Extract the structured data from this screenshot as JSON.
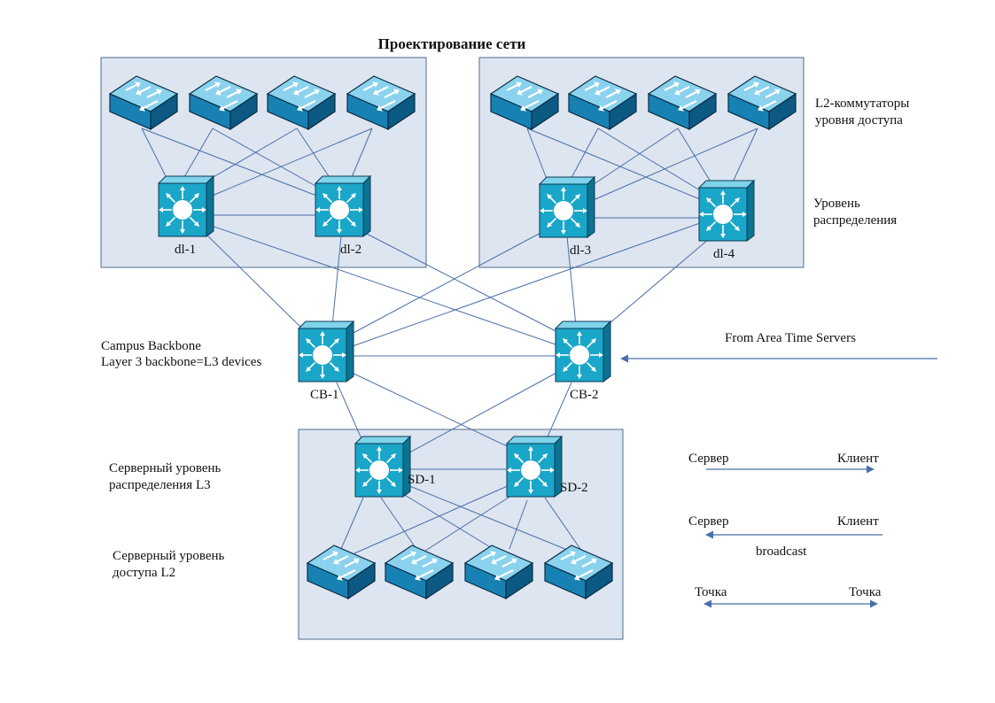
{
  "title": "Проектирование сети",
  "colors": {
    "zone_fill": "#dde5f0",
    "zone_border": "#4e6c8e",
    "link": "#4a6fa8",
    "device_face": "#1aa6c8",
    "device_top": "#7fd3ea",
    "device_side": "#0b7492",
    "l2_switch_face": "#1a7fb0"
  },
  "layer_labels": {
    "access_line1": "L2-коммутаторы",
    "access_line2": "уровня доступа",
    "distribution_line1": "Уровень",
    "distribution_line2": "распределения",
    "backbone_line1": "Campus Backbone",
    "backbone_line2": "Layer 3 backbone=L3 devices",
    "server_dist_line1": "Серверный уровень",
    "server_dist_line2": "распределения L3",
    "server_access_line1": "Серверный уровень",
    "server_access_line2": "доступа L2"
  },
  "devices": {
    "dl1": "dl-1",
    "dl2": "dl-2",
    "dl3": "dl-3",
    "dl4": "dl-4",
    "cb1": "CB-1",
    "cb2": "CB-2",
    "sd1": "SD-1",
    "sd2": "SD-2"
  },
  "icons": {
    "l2_switch": "l2-switch-icon",
    "l3_switch": "l3-switch-icon"
  },
  "time_servers": "From Area Time Servers",
  "legend": {
    "row1_left": "Сервер",
    "row1_right": "Клиент",
    "row2_left": "Сервер",
    "row2_right": "Клиент",
    "row2_caption": "broadcast",
    "row3_left": "Точка",
    "row3_right": "Точка"
  }
}
